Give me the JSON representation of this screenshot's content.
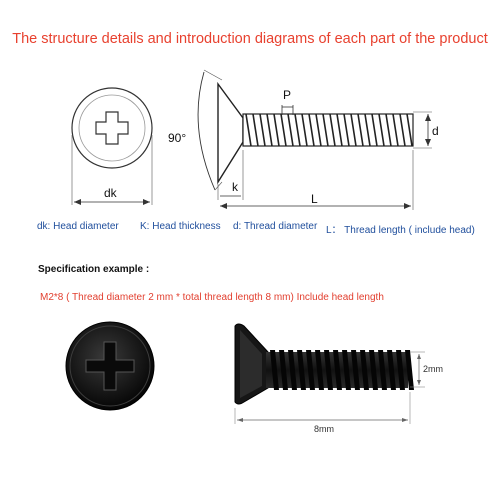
{
  "title": "The structure details and introduction diagrams of each part of the product",
  "diagram": {
    "angle_label": "90°",
    "pitch_label": "P",
    "thread_diameter_label": "d",
    "head_diameter_label": "dk",
    "head_thickness_label": "k",
    "length_label": "L"
  },
  "legend": [
    {
      "text": "dk: Head diameter"
    },
    {
      "text": "K: Head thickness"
    },
    {
      "text": "d: Thread diameter"
    },
    {
      "text": "L： Thread length ( include head)"
    }
  ],
  "spec": {
    "heading": "Specification example :",
    "text": "M2*8 ( Thread diameter 2 mm * total thread length 8 mm) Include head length",
    "diameter_label": "2mm",
    "length_label": "8mm"
  },
  "colors": {
    "title": "#e8412f",
    "legend": "#1f4e9c",
    "spec_text": "#e23f2f",
    "screw": "#1a1a1a"
  }
}
